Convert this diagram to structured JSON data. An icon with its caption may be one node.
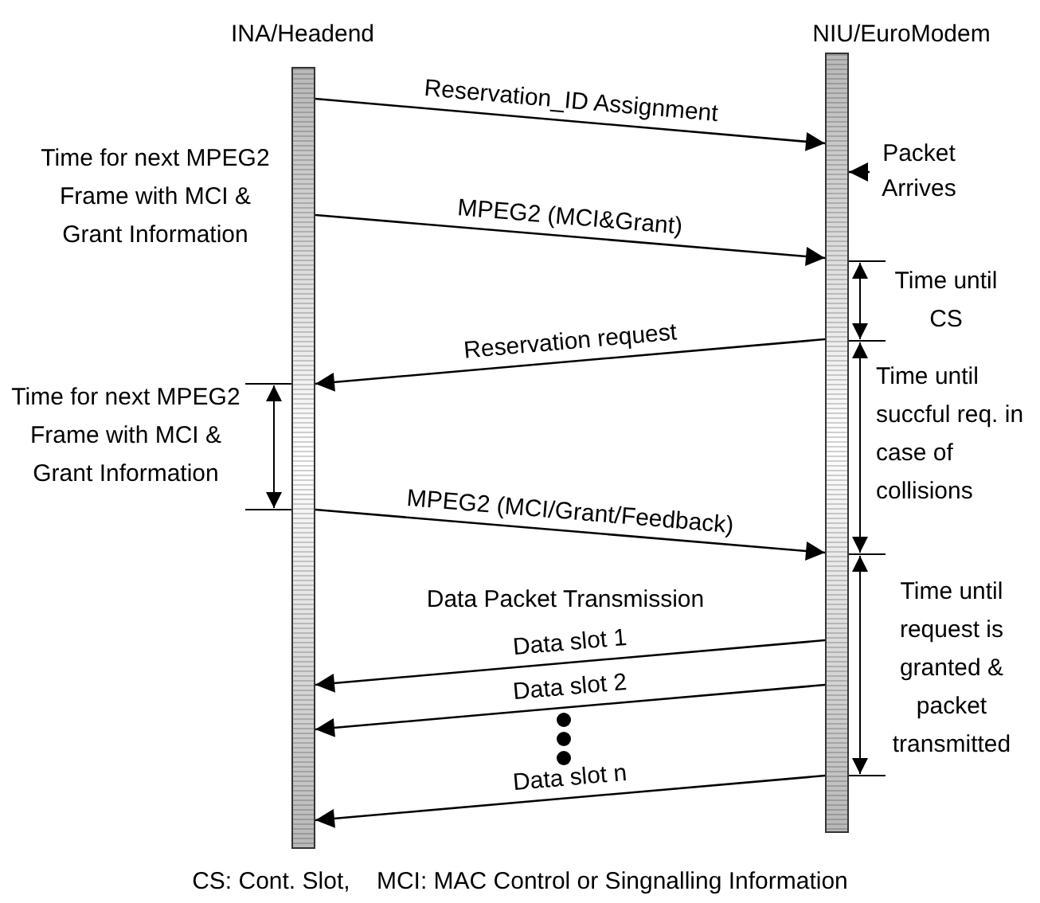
{
  "diagram": {
    "caption": "CS: Cont. Slot,    MCI: MAC Control or Singnalling Information",
    "nodes": [
      {
        "text": [
          "INA/Headend"
        ]
      },
      {
        "text": [
          "NIU/EuroModem"
        ]
      },
      {
        "text": [
          "Packet Arrives"
        ]
      }
    ],
    "edges": [
      {
        "from": 0,
        "to": 1,
        "arrow": "to",
        "label": "Reservation_ID Assignment"
      },
      {
        "from": 0,
        "to": 1,
        "arrow": "to",
        "label": "MPEG2 (MCI&Grant)"
      },
      {
        "from": 1,
        "to": 0,
        "arrow": "to",
        "label": "Reservation request"
      },
      {
        "from": 0,
        "to": 1,
        "arrow": "to",
        "label": "MPEG2 (MCI/Grant/Feedback)"
      },
      {
        "from": 1,
        "to": 0,
        "arrow": "to",
        "label": "Data slot 1"
      },
      {
        "from": 1,
        "to": 0,
        "arrow": "to",
        "label": "Data slot 2"
      },
      {
        "from": 1,
        "to": 0,
        "arrow": "to",
        "label": "Data slot n"
      },
      {
        "from": 2,
        "to": 1,
        "arrow": "to"
      }
    ],
    "labels": [
      "Time for next MPEG2 Frame with MCI & Grant Information",
      "Time until CS",
      "Time for next MPEG2 Frame with MCI & Grant Information",
      "Time until succful req. in case of collisions",
      "Data Packet Transmission",
      "Time until request is granted & packet transmitted"
    ]
  }
}
